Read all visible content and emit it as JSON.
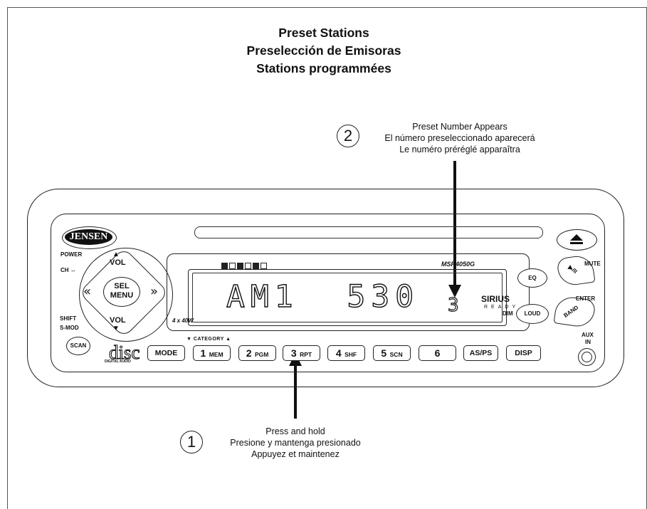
{
  "titles": [
    "Preset Stations",
    "Preselección de Emisoras",
    "Stations programmées"
  ],
  "callout2": {
    "number": "2",
    "lines": [
      "Preset Number Appears",
      "El número preseleccionado aparecerá",
      "Le numéro préréglé apparaîtra"
    ]
  },
  "callout1": {
    "number": "1",
    "lines": [
      "Press and hold",
      "Presione y mantenga presionado",
      "Appuyez et maintenez"
    ]
  },
  "unit": {
    "brand": "JENSEN",
    "model": "MSR4050G",
    "power_rating": "4 x 40W",
    "display_main": "AM1  530",
    "display_preset": "3",
    "sirius": "SIRIUS",
    "sirius_ready": "READY",
    "labels": {
      "power": "POWER",
      "ch": "CH ↔",
      "shift": "SHIFT",
      "smod": "S-MOD",
      "vol_up": "VOL",
      "vol_down": "VOL",
      "sel": "SEL",
      "menu": "MENU",
      "mute": "MUTE",
      "enter": "ENTER",
      "dim": "DIM",
      "aux": "AUX",
      "in": "IN",
      "category": "CATEGORY",
      "scan": "SCAN",
      "disc": "disc",
      "disc_sub": "DIGITAL AUDIO",
      "eq": "EQ",
      "loud": "LOUD",
      "band": "BAND",
      "mute_sym": "▶/II"
    },
    "buttons": [
      {
        "num": "",
        "text": "MODE"
      },
      {
        "num": "1",
        "text": "MEM"
      },
      {
        "num": "2",
        "text": "PGM"
      },
      {
        "num": "3",
        "text": "RPT"
      },
      {
        "num": "4",
        "text": "SHF"
      },
      {
        "num": "5",
        "text": "SCN"
      },
      {
        "num": "6",
        "text": ""
      },
      {
        "num": "",
        "text": "AS/PS"
      },
      {
        "num": "",
        "text": "DISP"
      }
    ]
  }
}
